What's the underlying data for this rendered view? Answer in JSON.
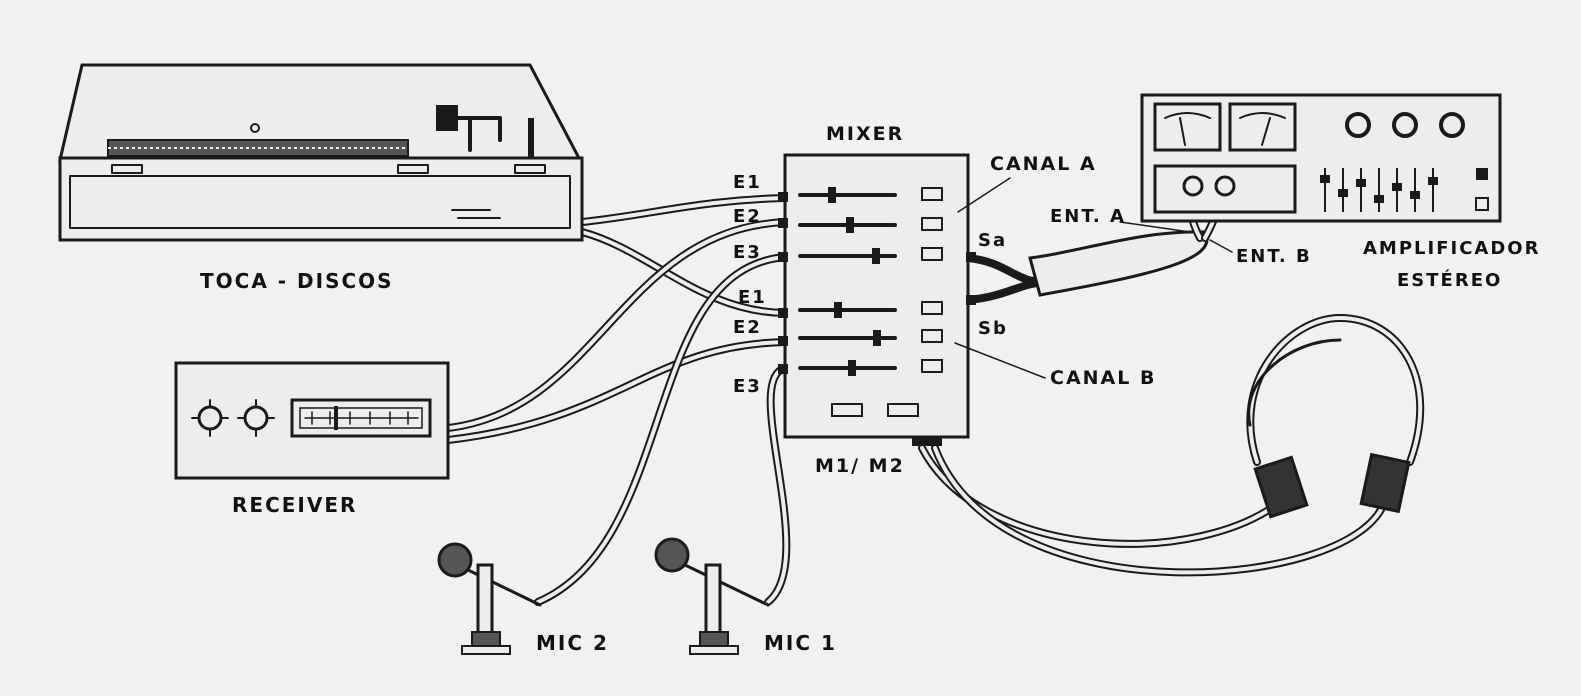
{
  "labels": {
    "turntable": "TOCA - DISCOS",
    "receiver": "RECEIVER",
    "mixer": "MIXER",
    "canal_a": "CANAL A",
    "canal_b": "CANAL B",
    "amplifier_line1": "AMPLIFICADOR",
    "amplifier_line2": "ESTÉREO",
    "ent_a": "ENT. A",
    "ent_b": "ENT. B",
    "sa": "Sa",
    "sb": "Sb",
    "m1m2": "M1/ M2",
    "mic1": "MIC 1",
    "mic2": "MIC 2",
    "inputs_a": [
      "E1",
      "E2",
      "E3"
    ],
    "inputs_b": [
      "E1",
      "E2",
      "E3"
    ]
  },
  "colors": {
    "ink": "#1a1a1a",
    "paper": "#f1f1ef"
  }
}
